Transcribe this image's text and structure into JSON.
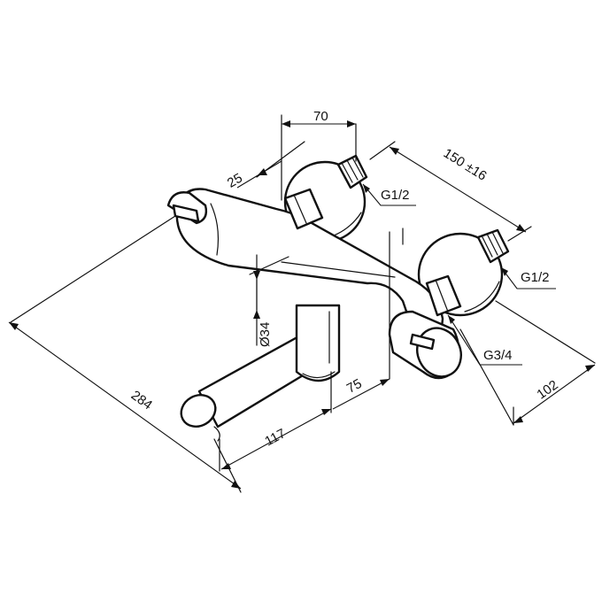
{
  "drawing": {
    "dimensions": {
      "width_top": "70",
      "offset_25": "25",
      "centers": "150 ±16",
      "diameter": "Ø34",
      "length_284": "284",
      "spout_117": "117",
      "spout_75": "75",
      "depth_102": "102"
    },
    "threads": {
      "inlet_left": "G1/2",
      "inlet_right": "G1/2",
      "outlet": "G3/4"
    }
  }
}
